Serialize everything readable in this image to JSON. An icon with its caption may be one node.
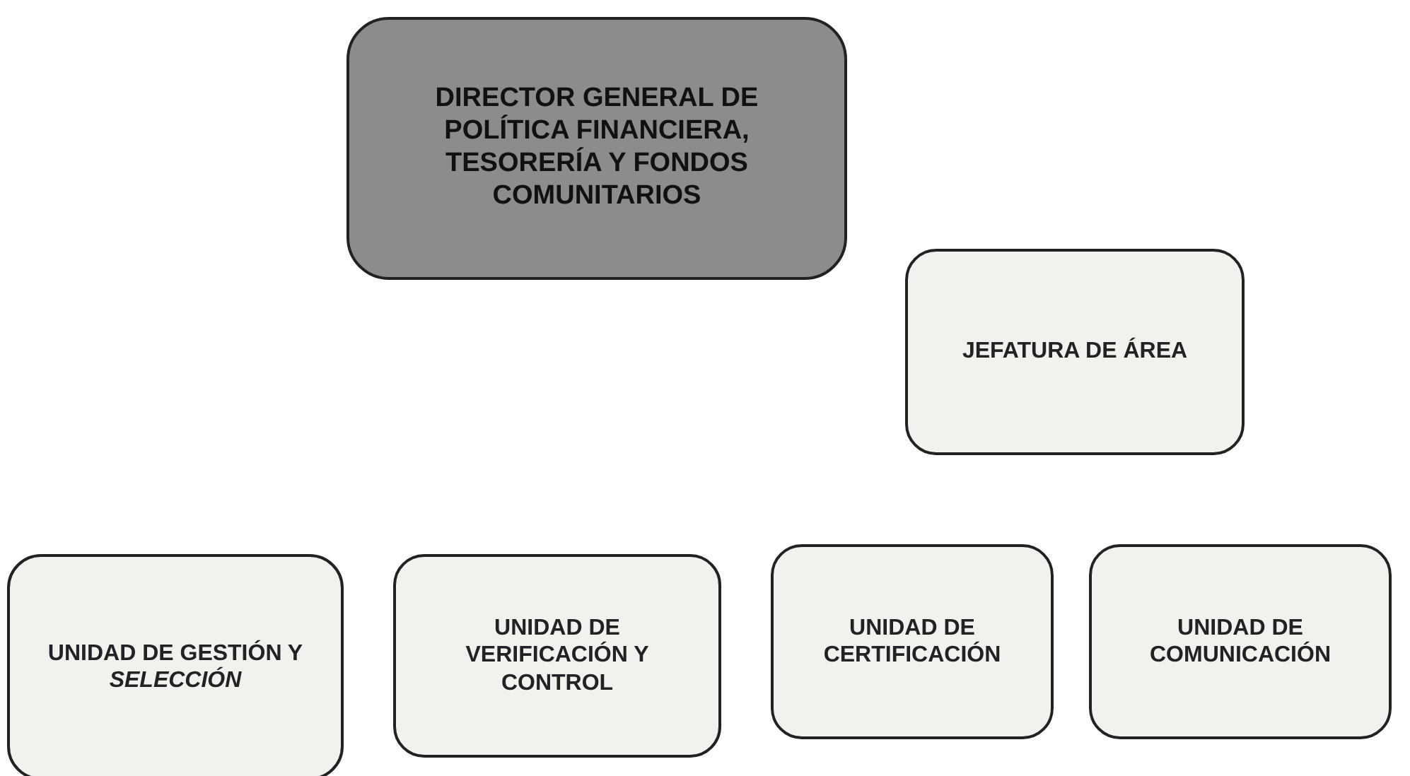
{
  "diagram": {
    "nodes": [
      {
        "text": [
          "DIRECTOR GENERAL DE POLÍTICA FINANCIERA, TESORERÍA Y FONDOS COMUNITARIOS"
        ]
      },
      {
        "text": [
          "JEFATURA DE ÁREA"
        ]
      },
      {
        "text": [
          "UNIDAD DE GESTIÓN Y *SELECCIÓN*"
        ]
      },
      {
        "text": [
          "UNIDAD DE VERIFICACIÓN Y CONTROL"
        ]
      },
      {
        "text": [
          "UNIDAD DE CERTIFICACIÓN"
        ]
      },
      {
        "text": [
          "UNIDAD DE COMUNICACIÓN"
        ]
      }
    ]
  }
}
